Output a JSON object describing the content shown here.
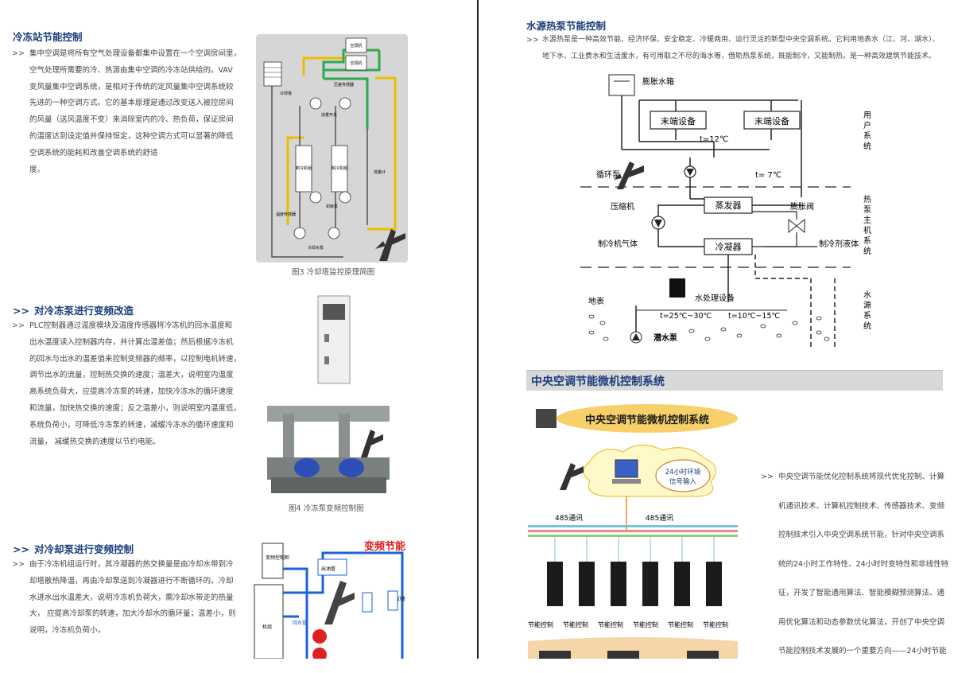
{
  "left": {
    "section1": {
      "title": "冷冻站节能控制",
      "arrow": ">>",
      "lines": [
        "集中空调是将所有空气处理设备都集中设置在一个空调房间里，",
        "空气处理所需要的冷、热源由集中空调的冷冻站供给的。VAV",
        "变风量集中空调系统，是相对于传统的定风量集中空调系统较",
        "先进的一种空调方式。它的基本原理是通过改变送入被控房间",
        "的风量（送风温度不变）来消除室内的冷、热负荷，保证房间",
        "的温度达到设定值并保持恒定，这种空调方式可以显著的降低",
        "空调系统的能耗和改善空调系统的舒适",
        "度。"
      ],
      "figure_caption": "图3 冷却塔监控原理简图",
      "figure_labels": {
        "ac1": "空调机",
        "ac2": "空调机",
        "sensor_top": "压差传感器",
        "tower": "冷却塔",
        "flow_switch": "流量开关",
        "chiller1": "制冷机组",
        "chiller2": "制冷机组",
        "pump_init": "初级泵",
        "temp_sensor": "温度传感器",
        "cooling_pump": "冷却水泵",
        "flow_meter": "流量计"
      }
    },
    "section2": {
      "title": "对冷冻泵进行变频改造",
      "arrow": ">>",
      "lines": [
        "PLC控制器通过温度模块及温度传感器将冷冻机的回水温度和",
        "出水温度读入控制器内存，并计算出温差值；然后根据冷冻机",
        "的回水与出水的温差值来控制变频器的频率，以控制电机转速，",
        "调节出水的流量，控制热交换的速度；温差大，说明室内温度",
        "高系统负荷大，应提高冷冻泵的转速，加快冷冻水的循环速度",
        "和流量，加快热交换的速度；反之温差小，则说明室内温度低，",
        "系统负荷小，可降低冷冻泵的转速，减缓冷冻水的循环速度和",
        "流量，      减缓热交换的速度以节约电能。"
      ],
      "figure_caption": "图4    冷冻泵变频控制图"
    },
    "section3": {
      "title": "对冷却泵进行变频控制",
      "arrow": ">>",
      "lines": [
        "由于冷冻机组运行时，其冷凝器的热交换量是由冷却水带到冷",
        "却塔散热降温，再由冷却泵送到冷凝器进行不断循环的。冷却",
        "水进水出水温差大，说明冷冻机负荷大，需冷却水带走的热量",
        "大，  应提高冷却泵的转速，加大冷却水的循环量；温差小，则",
        "说明，冷冻机负荷小，"
      ],
      "figure_title": "变频节能",
      "figure_labels": {
        "cabinet": "变频控制柜",
        "pipe": "出油管",
        "unit": "机组",
        "tower": "冷却塔",
        "return": "回水管"
      }
    }
  },
  "right": {
    "section1": {
      "title": "水源热泵节能控制",
      "arrow": ">>",
      "lines": [
        "水源热泵是一种高效节能、经济环保、安全稳定、冷暖两用、运行灵活的新型中央空调系统。它利用地表水（江、河、湖水）、",
        "地下水、工业费水和生活废水，有可用取之不尽的海水等，借助热泵系统，既能制冷，又能制热，是一种高效建筑节能技术。"
      ],
      "diagram": {
        "expansion_tank": "膨胀水箱",
        "terminal1": "末端设备",
        "terminal2": "末端设备",
        "t12": "t=12℃",
        "t7": "t= 7℃",
        "circ_pump": "循环泵",
        "evaporator": "蒸发器",
        "compressor": "压缩机",
        "expansion_valve": "膨胀阀",
        "condenser": "冷凝器",
        "refrig_gas": "制冷机气体",
        "refrig_liquid": "制冷剂液体",
        "surface": "地表",
        "water_treat": "水处理设备",
        "t25": "t=25℃~30℃",
        "t10": "t=10℃~15℃",
        "sub_pump": "潜水泵",
        "user_sys": [
          "用",
          "户",
          "系",
          "统"
        ],
        "heatpump_sys": [
          "热",
          "泵",
          "主",
          "机",
          "系",
          "统"
        ],
        "water_sys": [
          "水",
          "源",
          "系",
          "统"
        ]
      }
    },
    "section2": {
      "banner": "中央空调节能微机控制系统",
      "figure_title": "中央空调节能微机控制系统",
      "bubble": [
        "24小时环境",
        "信号输入"
      ],
      "comm1": "485通讯",
      "comm2": "485通讯",
      "ctrl_label": "节能控制",
      "arrow": ">>",
      "lines": [
        "中央空调节能优化控制系统将现代优化控制、计算",
        "机通讯技术、计算机控制技术、传感器技术、变频",
        "控制技术引入中央空调系统节能，针对中央空调系",
        "统的24小时工作特性、24小时时变特性和非线性特",
        "征，开发了智能通用算法、智能模糊预测算法、通",
        "用优化算法和动态参数优化算法，开创了中央空调",
        "节能控制技术发展的一个重要方向——24小时节能"
      ]
    }
  }
}
